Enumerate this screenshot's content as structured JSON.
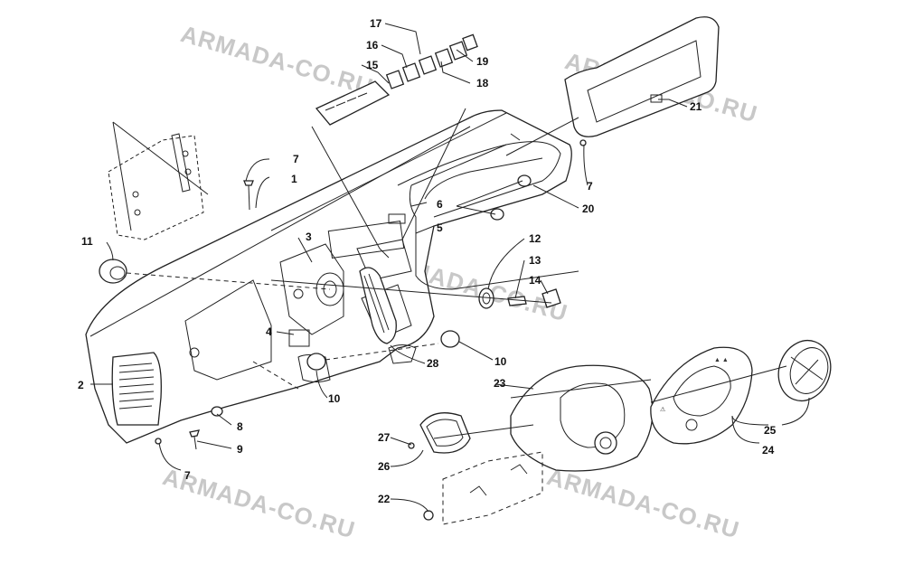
{
  "watermarks": [
    "ARMADA-CO.RU",
    "ARMADA-CO.RU",
    "ARMADA-CO.RU",
    "ARMADA-CO.RU",
    "ARMADA-CO.RU"
  ],
  "callouts": {
    "c1": "1",
    "c2": "2",
    "c3": "3",
    "c4": "4",
    "c5": "5",
    "c6": "6",
    "c7a": "7",
    "c7b": "7",
    "c7c": "7",
    "c8": "8",
    "c9": "9",
    "c10a": "10",
    "c10b": "10",
    "c11": "11",
    "c12": "12",
    "c13": "13",
    "c14": "14",
    "c15": "15",
    "c16": "16",
    "c17": "17",
    "c18": "18",
    "c19": "19",
    "c20": "20",
    "c21": "21",
    "c22": "22",
    "c23": "23",
    "c24": "24",
    "c25": "25",
    "c26": "26",
    "c27": "27",
    "c28": "28"
  }
}
